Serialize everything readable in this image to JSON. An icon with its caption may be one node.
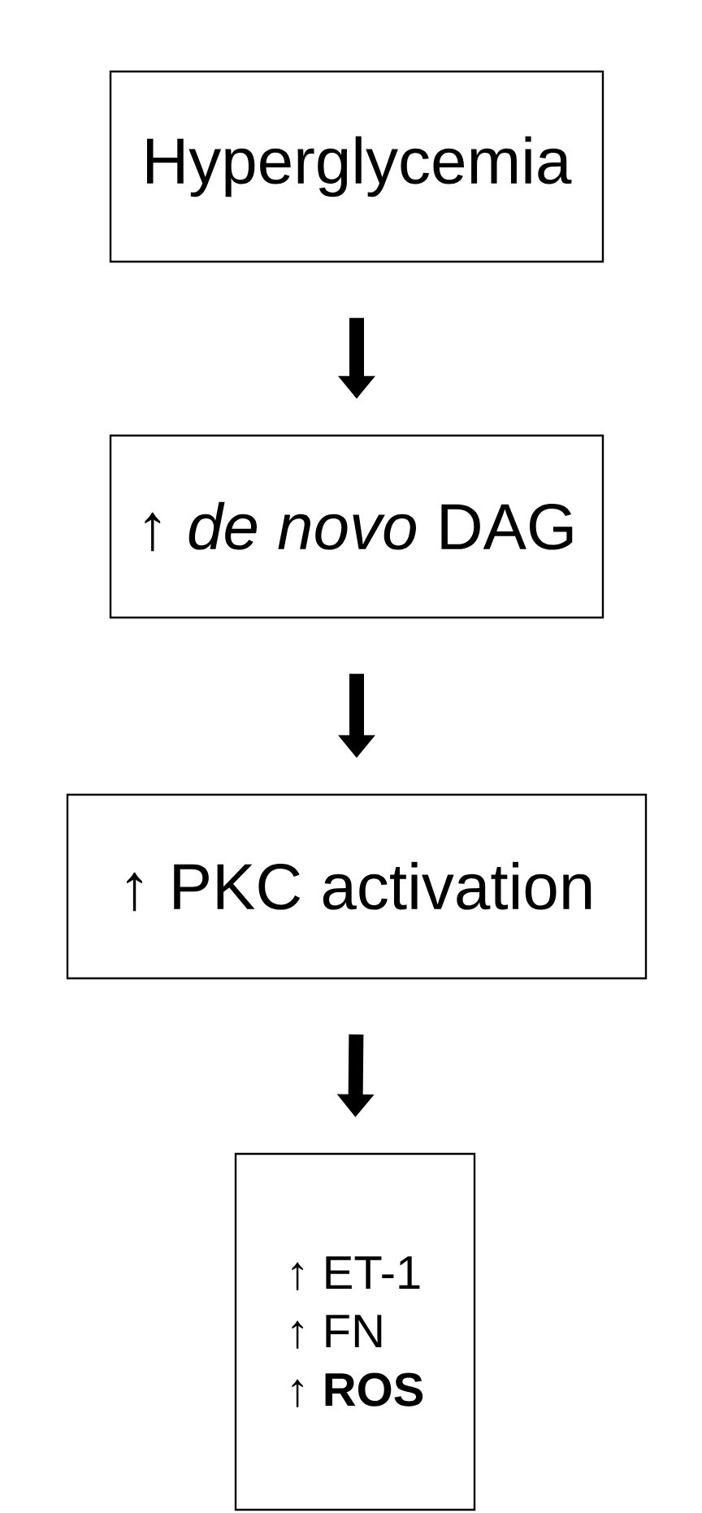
{
  "diagram": {
    "nodes": [
      {
        "text": [
          "Hyperglycemia"
        ]
      },
      {
        "text": [
          "↑ *de novo* DAG"
        ]
      },
      {
        "text": [
          "↑ PKC activation"
        ]
      },
      {
        "text": [
          "↑ ET-1",
          "↑ FN",
          "↑ **ROS**"
        ]
      }
    ],
    "edges": [
      {
        "from": 0,
        "to": 1,
        "arrow": "to"
      },
      {
        "from": 1,
        "to": 2,
        "arrow": "to"
      },
      {
        "from": 2,
        "to": 3,
        "arrow": "to"
      }
    ]
  }
}
